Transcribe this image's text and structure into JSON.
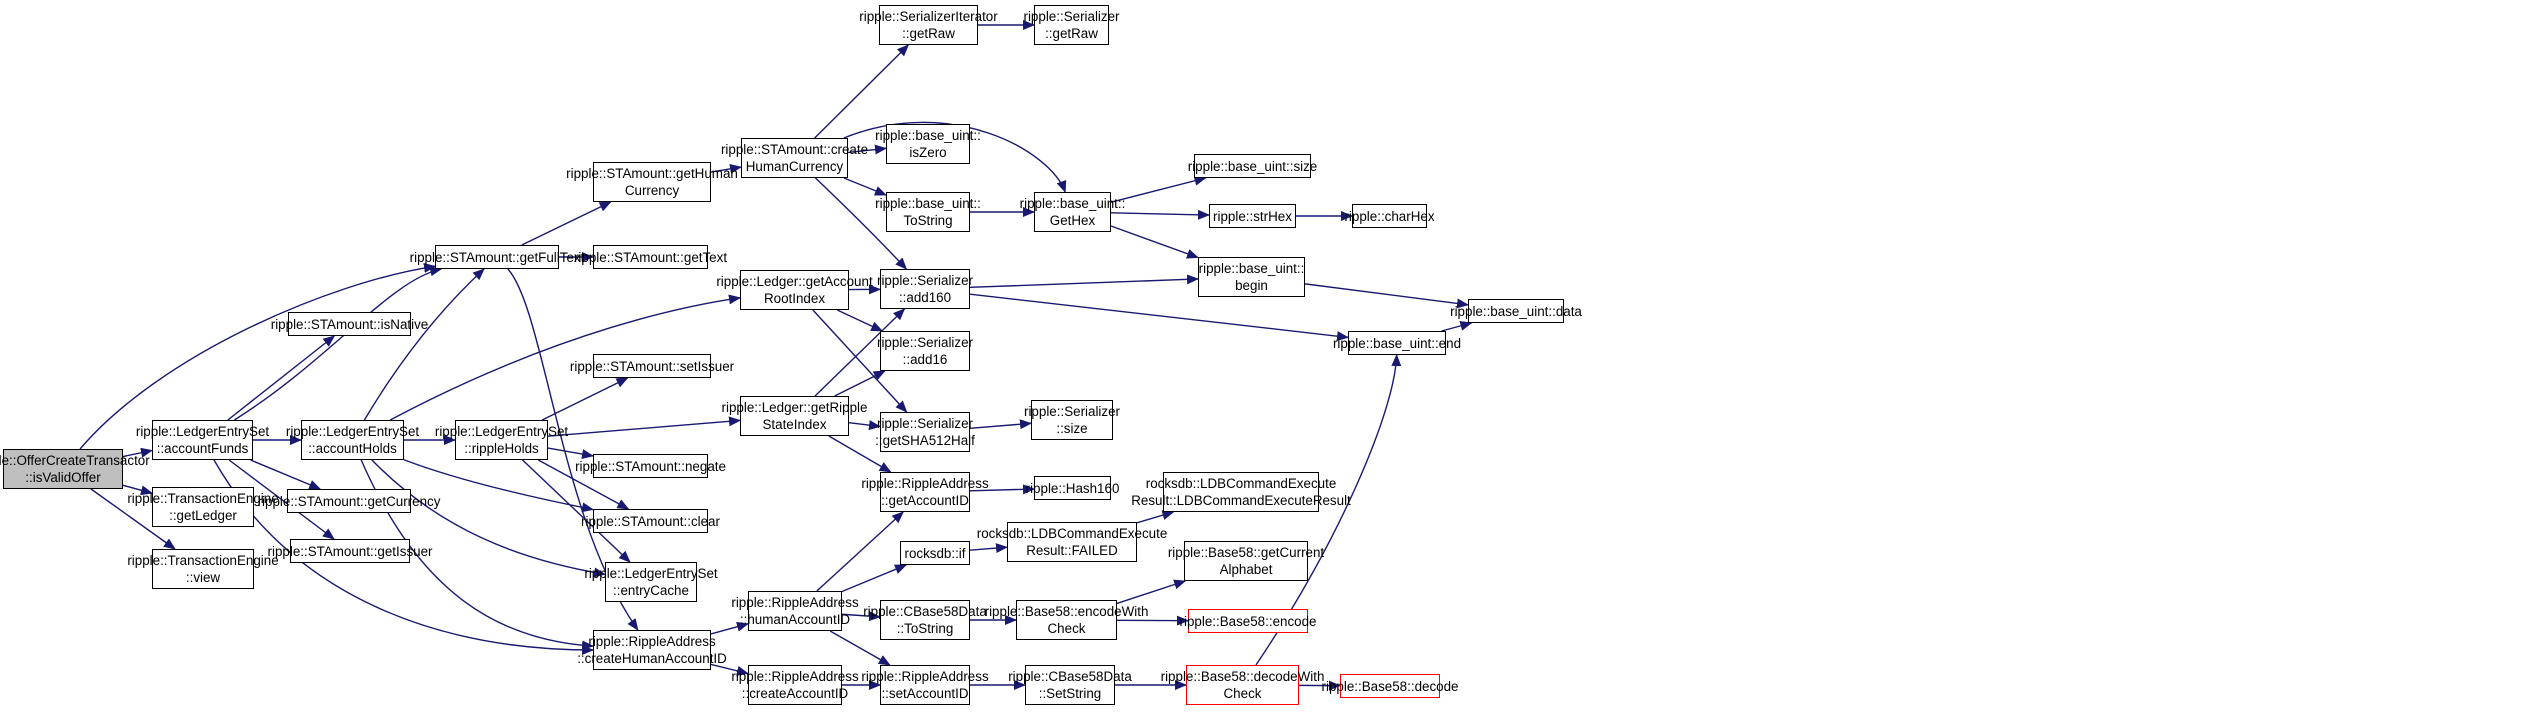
{
  "colors": {
    "edge": "#191970",
    "node_border": "#000000",
    "root_fill": "#bfbfbf",
    "missing_border": "#ff0000"
  },
  "nodes": [
    {
      "id": "isValidOffer",
      "lines": [
        "ripple::OfferCreateTransactor",
        "::isValidOffer"
      ],
      "style": "root"
    },
    {
      "id": "accountFunds",
      "lines": [
        "ripple::LedgerEntrySet",
        "::accountFunds"
      ]
    },
    {
      "id": "getLedger",
      "lines": [
        "ripple::TransactionEngine",
        "::getLedger"
      ]
    },
    {
      "id": "view",
      "lines": [
        "ripple::TransactionEngine",
        "::view"
      ]
    },
    {
      "id": "getFullText",
      "lines": [
        "ripple::STAmount::getFullText"
      ]
    },
    {
      "id": "isNative",
      "lines": [
        "ripple::STAmount::isNative"
      ]
    },
    {
      "id": "accountHolds",
      "lines": [
        "ripple::LedgerEntrySet",
        "::accountHolds"
      ]
    },
    {
      "id": "getCurrency",
      "lines": [
        "ripple::STAmount::getCurrency"
      ]
    },
    {
      "id": "getIssuer",
      "lines": [
        "ripple::STAmount::getIssuer"
      ]
    },
    {
      "id": "getHumanCurrency",
      "lines": [
        "ripple::STAmount::getHuman",
        "Currency"
      ]
    },
    {
      "id": "getText",
      "lines": [
        "ripple::STAmount::getText"
      ]
    },
    {
      "id": "rippleHolds",
      "lines": [
        "ripple::LedgerEntrySet",
        "::rippleHolds"
      ]
    },
    {
      "id": "setIssuer",
      "lines": [
        "ripple::STAmount::setIssuer"
      ]
    },
    {
      "id": "negate",
      "lines": [
        "ripple::STAmount::negate"
      ]
    },
    {
      "id": "clear",
      "lines": [
        "ripple::STAmount::clear"
      ]
    },
    {
      "id": "entryCache",
      "lines": [
        "ripple::LedgerEntrySet",
        "::entryCache"
      ]
    },
    {
      "id": "createHumanAccountID",
      "lines": [
        "ripple::RippleAddress",
        "::createHumanAccountID"
      ]
    },
    {
      "id": "createHumanCurrency",
      "lines": [
        "ripple::STAmount::create",
        "HumanCurrency"
      ]
    },
    {
      "id": "getAccountRootIndex",
      "lines": [
        "ripple::Ledger::getAccount",
        "RootIndex"
      ]
    },
    {
      "id": "getRippleStateIndex",
      "lines": [
        "ripple::Ledger::getRipple",
        "StateIndex"
      ]
    },
    {
      "id": "humanAccountID",
      "lines": [
        "ripple::RippleAddress",
        "::humanAccountID"
      ]
    },
    {
      "id": "createAccountID",
      "lines": [
        "ripple::RippleAddress",
        "::createAccountID"
      ]
    },
    {
      "id": "serIterGetRaw",
      "lines": [
        "ripple::SerializerIterator",
        "::getRaw"
      ]
    },
    {
      "id": "serGetRaw",
      "lines": [
        "ripple::Serializer",
        "::getRaw"
      ]
    },
    {
      "id": "isZero",
      "lines": [
        "ripple::base_uint::",
        "isZero"
      ]
    },
    {
      "id": "toString",
      "lines": [
        "ripple::base_uint::",
        "ToString"
      ]
    },
    {
      "id": "add160",
      "lines": [
        "ripple::Serializer",
        "::add160"
      ]
    },
    {
      "id": "add16",
      "lines": [
        "ripple::Serializer",
        "::add16"
      ]
    },
    {
      "id": "getSHA512Half",
      "lines": [
        "ripple::Serializer",
        "::getSHA512Half"
      ]
    },
    {
      "id": "getAccountID",
      "lines": [
        "ripple::RippleAddress",
        "::getAccountID"
      ]
    },
    {
      "id": "rocksIf",
      "lines": [
        "rocksdb::if"
      ]
    },
    {
      "id": "cbToString",
      "lines": [
        "ripple::CBase58Data",
        "::ToString"
      ]
    },
    {
      "id": "setAccountID",
      "lines": [
        "ripple::RippleAddress",
        "::setAccountID"
      ]
    },
    {
      "id": "getHex",
      "lines": [
        "ripple::base_uint::",
        "GetHex"
      ]
    },
    {
      "id": "serSize",
      "lines": [
        "ripple::Serializer",
        "::size"
      ]
    },
    {
      "id": "hash160",
      "lines": [
        "ripple::Hash160"
      ]
    },
    {
      "id": "failed",
      "lines": [
        "rocksdb::LDBCommandExecute",
        "Result::FAILED"
      ]
    },
    {
      "id": "encodeWithCheck",
      "lines": [
        "ripple::Base58::encodeWith",
        "Check"
      ]
    },
    {
      "id": "setString",
      "lines": [
        "ripple::CBase58Data",
        "::SetString"
      ]
    },
    {
      "id": "buSize",
      "lines": [
        "ripple::base_uint::size"
      ]
    },
    {
      "id": "strHex",
      "lines": [
        "ripple::strHex"
      ]
    },
    {
      "id": "begin",
      "lines": [
        "ripple::base_uint::",
        "begin"
      ]
    },
    {
      "id": "ldbResult",
      "lines": [
        "rocksdb::LDBCommandExecute",
        "Result::LDBCommandExecuteResult"
      ]
    },
    {
      "id": "getCurrentAlphabet",
      "lines": [
        "ripple::Base58::getCurrent",
        "Alphabet"
      ]
    },
    {
      "id": "encode",
      "lines": [
        "ripple::Base58::encode"
      ],
      "style": "red"
    },
    {
      "id": "decodeWithCheck",
      "lines": [
        "ripple::Base58::decodeWith",
        "Check"
      ],
      "style": "red"
    },
    {
      "id": "end",
      "lines": [
        "ripple::base_uint::end"
      ]
    },
    {
      "id": "charHex",
      "lines": [
        "ripple::charHex"
      ]
    },
    {
      "id": "data",
      "lines": [
        "ripple::base_uint::data"
      ]
    },
    {
      "id": "decode",
      "lines": [
        "ripple::Base58::decode"
      ],
      "style": "red"
    }
  ]
}
